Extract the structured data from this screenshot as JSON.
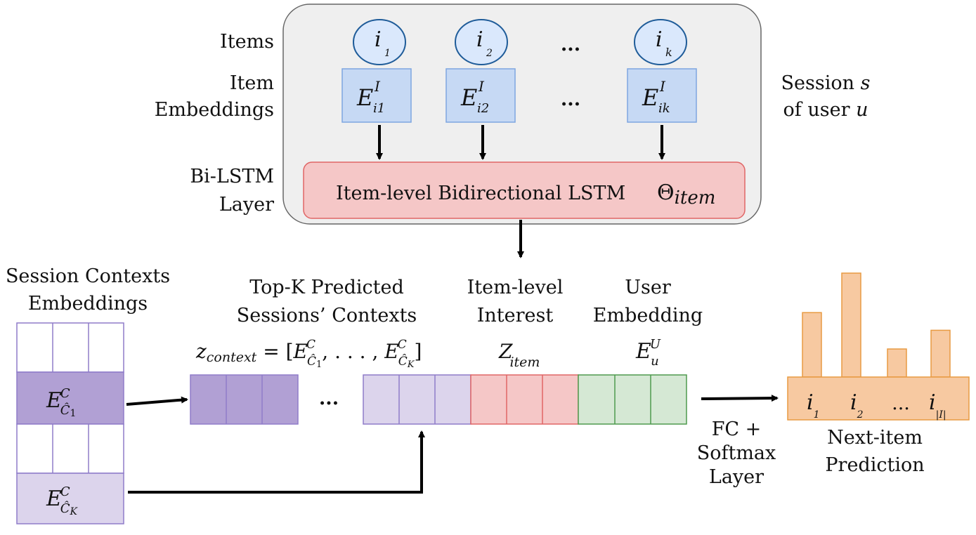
{
  "labels": {
    "items": "Items",
    "item_embeddings_1": "Item",
    "item_embeddings_2": "Embeddings",
    "bilstm_1": "Bi-LSTM",
    "bilstm_2": "Layer",
    "session_1": "Session s",
    "session_2": "of user u",
    "bilstm_box": "Item-level Bidirectional LSTM",
    "bilstm_theta": "Θitem",
    "session_contexts_1": "Session Contexts",
    "session_contexts_2": "Embeddings",
    "topk_1": "Top-K Predicted",
    "topk_2": "Sessions’ Contexts",
    "item_interest_1": "Item-level",
    "item_interest_2": "Interest",
    "user_emb_1": "User",
    "user_emb_2": "Embedding",
    "fc_1": "FC +",
    "fc_2": "Softmax",
    "fc_3": "Layer",
    "pred_1": "Next-item",
    "pred_2": "Prediction",
    "ellipsis": "..."
  },
  "items": [
    {
      "base": "i",
      "sub": "1"
    },
    {
      "base": "i",
      "sub": "2"
    },
    {
      "base": "i",
      "sub": "k"
    }
  ],
  "embeddings": [
    {
      "base": "E",
      "sup": "I",
      "sub": "i1"
    },
    {
      "base": "E",
      "sup": "I",
      "sub": "i2"
    },
    {
      "base": "E",
      "sup": "I",
      "sub": "ik"
    }
  ],
  "context_embeddings": [
    {
      "base": "E",
      "sup": "C",
      "sub": "Ĉ1"
    },
    {
      "base": "E",
      "sup": "C",
      "sub": "ĈK"
    }
  ],
  "formulas": {
    "z_context": "z",
    "z_context_sub": "context",
    "z_context_rhs": "= [E",
    "z_context_c1": "C",
    "z_context_c1_sub": "Ĉ1",
    "z_context_mid": ", . . . , E",
    "z_context_ck_sub": "ĈK",
    "z_context_end": "]",
    "z_item": "Z",
    "z_item_sub": "item",
    "e_user": "E",
    "e_user_sup": "U",
    "e_user_sub": "u"
  },
  "prediction_items": [
    {
      "base": "i",
      "sub": "1"
    },
    {
      "base": "i",
      "sub": "2"
    },
    {
      "base": "i",
      "sub": "|I|"
    }
  ],
  "prediction_bars": [
    0.62,
    1.0,
    0.27,
    0.45
  ],
  "colors": {
    "session_box": "#efefef",
    "item_circle": "#dae8fc",
    "item_stroke": "#1f5c99",
    "embed_fill": "#c6d9f4",
    "embed_stroke": "#7ea6e0",
    "lstm_fill": "#f5c7c7",
    "lstm_stroke": "#e06666",
    "purple_dark": "#b1a0d4",
    "purple_light": "#dcd4ec",
    "purple_stroke": "#8f7cc9",
    "red_fill": "#f5c7c7",
    "green_fill": "#d5e8d4",
    "green_stroke": "#4f9a4f",
    "orange_fill": "#f7c9a1",
    "orange_stroke": "#e89a42"
  }
}
